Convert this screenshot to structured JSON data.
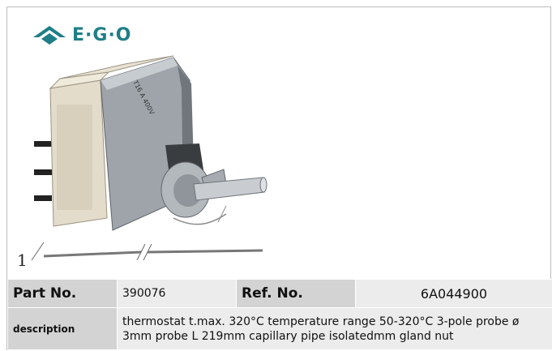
{
  "brand": {
    "name": "E·G·O",
    "logo_color": "#1f7e86"
  },
  "figure": {
    "number": "1"
  },
  "spec": {
    "part_no_label": "Part No.",
    "part_no_value": "390076",
    "ref_no_label": "Ref. No.",
    "ref_no_value": "6A044900",
    "description_label": "description",
    "description_value": "thermostat  t.max. 320°C temperature range 50-320°C 3-pole probe ø 3mm probe L 219mm capillary pipe isolatedmm gland nut"
  },
  "colors": {
    "label_bg": "#d3d3d3",
    "value_bg": "#ececec",
    "border": "#bdbdbd"
  }
}
